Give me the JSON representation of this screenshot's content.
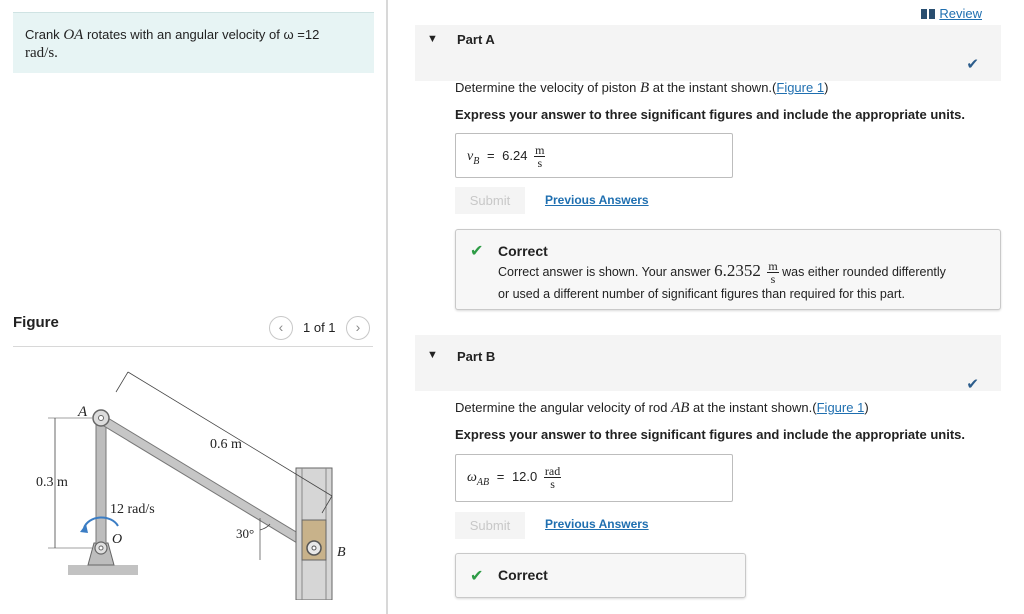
{
  "problem": {
    "text_pre": "Crank",
    "crank_sym": "OA",
    "text_mid": "rotates with an angular velocity of",
    "omega": "ω =12",
    "units": "rad/s."
  },
  "figure": {
    "title": "Figure",
    "page": "1 of 1",
    "labels": {
      "A": "A",
      "O": "O",
      "B": "B",
      "len": "0.6 m",
      "height": "0.3 m",
      "rate": "12 rad/s",
      "angle": "30°"
    }
  },
  "review": {
    "label": "Review"
  },
  "partA": {
    "title": "Part A",
    "question_pre": "Determine the velocity of piston",
    "question_sym": "B",
    "question_post": "at the instant shown.(",
    "figure_link": "Figure 1",
    "question_close": ")",
    "instruction": "Express your answer to three significant figures and include the appropriate units.",
    "answer_symbol": "v",
    "answer_sub": "B",
    "eq": "=",
    "answer_value": "6.24",
    "unit_num": "m",
    "unit_den": "s",
    "submit_label": "Submit",
    "prev_label": "Previous Answers",
    "feedback_title": "Correct",
    "feedback_pre": "Correct answer is shown. Your answer",
    "feedback_value": "6.2352",
    "feedback_unit_num": "m",
    "feedback_unit_den": "s",
    "feedback_post": "was either rounded differently",
    "feedback_line2": "or used a different number of significant figures than required for this part."
  },
  "partB": {
    "title": "Part B",
    "question_pre": "Determine the angular velocity of rod",
    "question_sym": "AB",
    "question_post": "at the instant shown.(",
    "figure_link": "Figure 1",
    "question_close": ")",
    "instruction": "Express your answer to three significant figures and include the appropriate units.",
    "answer_symbol": "ω",
    "answer_sub": "AB",
    "eq": "=",
    "answer_value": "12.0",
    "unit_num": "rad",
    "unit_den": "s",
    "submit_label": "Submit",
    "prev_label": "Previous Answers",
    "feedback_title": "Correct"
  },
  "colors": {
    "accent": "#1f6fb0",
    "success": "#2e9c46",
    "problem_bg": "#e7f4f4"
  },
  "icons": [
    "review-icon",
    "triangle-down-icon",
    "checkmark-icon",
    "chevron-left-icon",
    "chevron-right-icon"
  ]
}
